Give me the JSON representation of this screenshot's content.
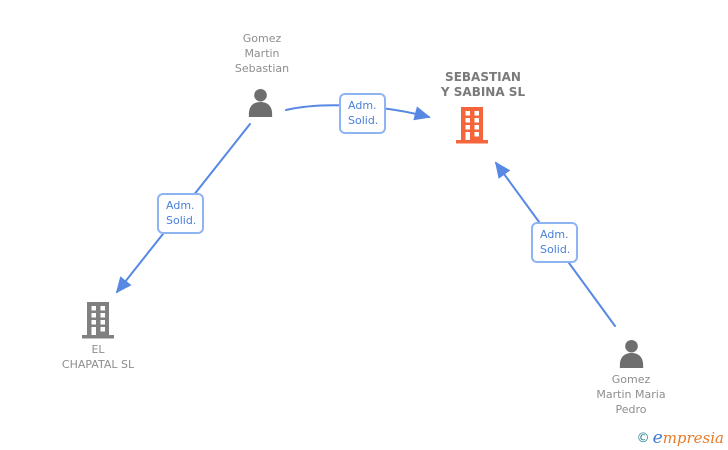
{
  "diagram": {
    "nodes": [
      {
        "id": "gomez-martin-sebastian",
        "type": "person",
        "lines": [
          "Gomez",
          "Martin",
          "Sebastian"
        ]
      },
      {
        "id": "sebastian-y-sabina-sl",
        "type": "company",
        "highlighted": true,
        "lines": [
          "SEBASTIAN",
          "Y SABINA SL"
        ]
      },
      {
        "id": "el-chapatal-sl",
        "type": "company",
        "highlighted": false,
        "lines": [
          "EL",
          "CHAPATAL SL"
        ]
      },
      {
        "id": "gomez-martin-maria-pedro",
        "type": "person",
        "lines": [
          "Gomez",
          "Martin Maria",
          "Pedro"
        ]
      }
    ],
    "edges": [
      {
        "from": "gomez-martin-sebastian",
        "to": "sebastian-y-sabina-sl",
        "label_lines": [
          "Adm.",
          "Solid."
        ]
      },
      {
        "from": "gomez-martin-sebastian",
        "to": "el-chapatal-sl",
        "label_lines": [
          "Adm.",
          "Solid."
        ]
      },
      {
        "from": "gomez-martin-maria-pedro",
        "to": "sebastian-y-sabina-sl",
        "label_lines": [
          "Adm.",
          "Solid."
        ]
      }
    ]
  },
  "colors": {
    "edge_blue": "#5688e4",
    "edge_label_text": "#4a80da",
    "edge_label_border": "#8fb4f2",
    "company_highlight_orange": "#f4653c",
    "company_gray": "#808080",
    "person_gray": "#6e6e6e",
    "window_white": "#ffffff",
    "node_text_gray": "#8e8e8e",
    "watermark_copy_teal": "#1e7b8c",
    "watermark_e_blue": "#4179cc",
    "watermark_rest_orange": "#e87a28"
  },
  "watermark": {
    "copyright": "©",
    "brand_first_letter": "e",
    "brand_rest": "mpresia"
  }
}
